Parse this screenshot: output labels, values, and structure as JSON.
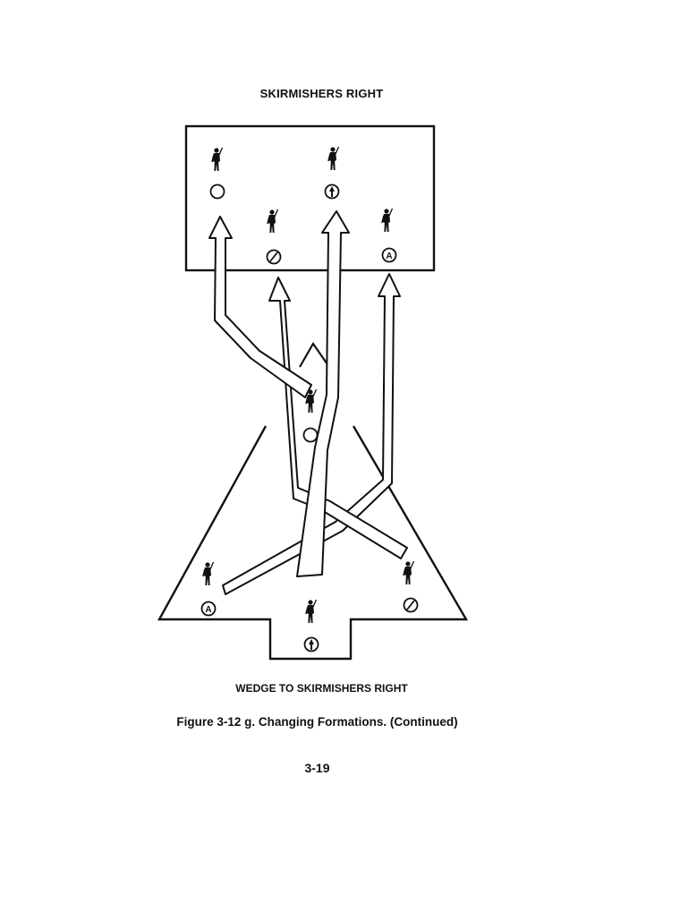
{
  "page": {
    "top_heading": "SKIRMISHERS RIGHT",
    "diagram_label": "WEDGE TO SKIRMISHERS RIGHT",
    "figure_caption": "Figure 3-12 g. Changing Formations. (Continued)",
    "page_number": "3-19"
  },
  "symbols": {
    "a_label": "A"
  },
  "colors": {
    "ink": "#111111",
    "paper": "#ffffff"
  }
}
